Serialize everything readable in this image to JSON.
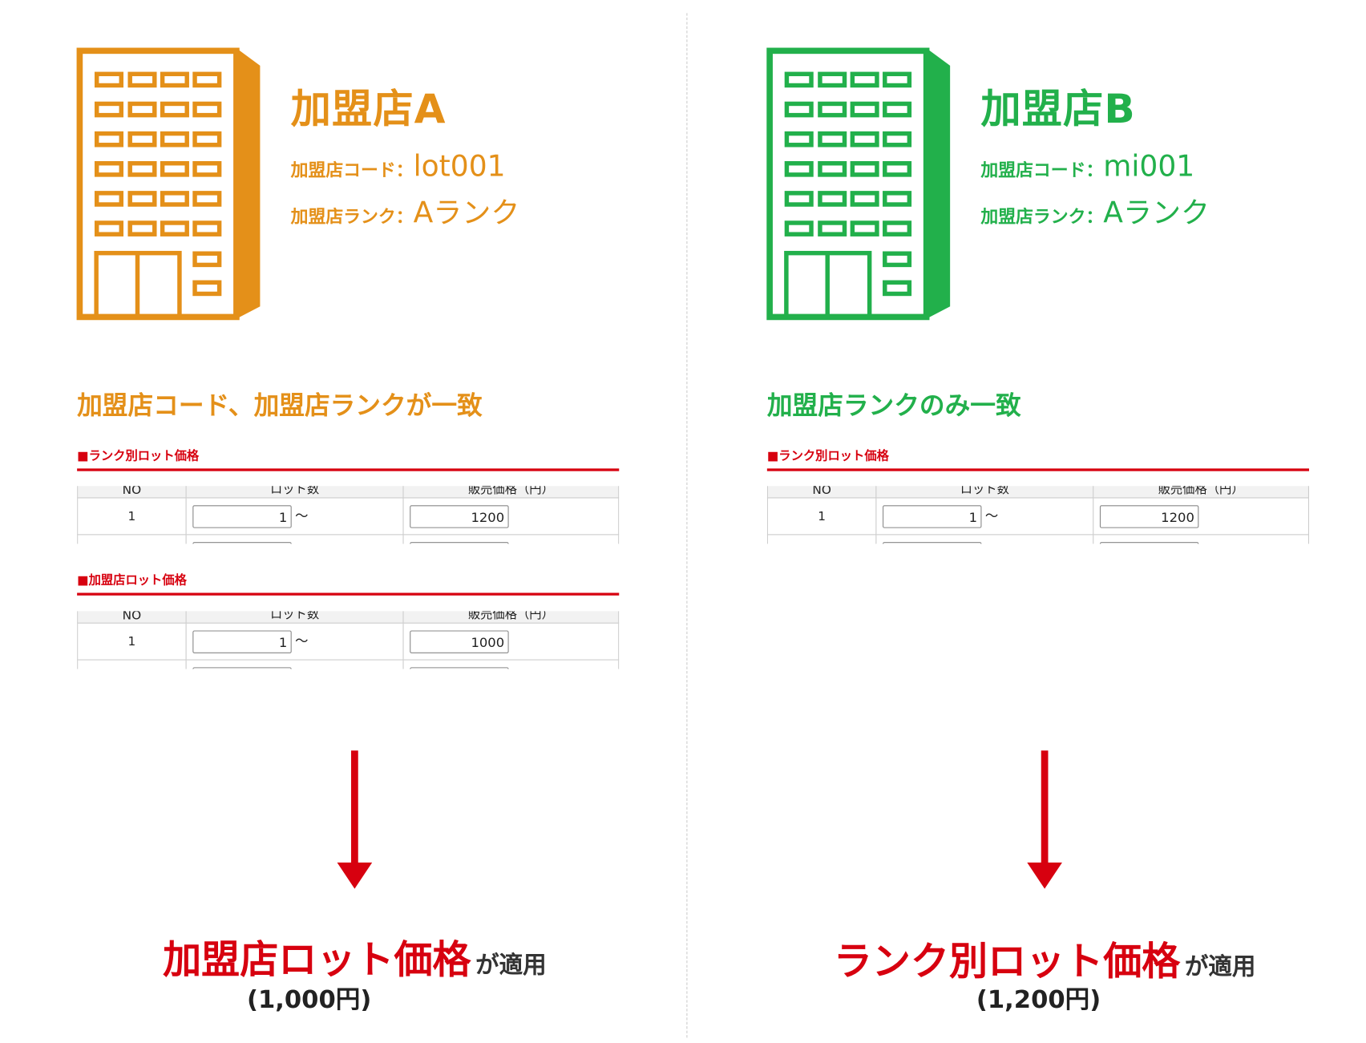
{
  "colors": {
    "store_a": "#E49019",
    "store_b": "#22B04B",
    "accent_red": "#D7000F"
  },
  "store_a": {
    "name": "加盟店A",
    "code_label": "加盟店コード：",
    "code": "lot001",
    "rank_label": "加盟店ランク：",
    "rank": "Aランク",
    "heading": "加盟店コード、加盟店ランクが一致",
    "sections": [
      {
        "label": "■ランク別ロット価格",
        "headers": [
          "NO",
          "ロット数",
          "販売価格（円）"
        ],
        "row": {
          "no": "1",
          "lot": "1",
          "tilde": "〜",
          "price": "1200"
        }
      },
      {
        "label": "■加盟店ロット価格",
        "headers": [
          "NO",
          "ロット数",
          "販売価格（円）"
        ],
        "row": {
          "no": "1",
          "lot": "1",
          "tilde": "〜",
          "price": "1000"
        }
      }
    ],
    "result_main": "加盟店ロット価格",
    "result_suffix": "が適用",
    "result_price": "(1,000円)"
  },
  "store_b": {
    "name": "加盟店B",
    "code_label": "加盟店コード：",
    "code": "mi001",
    "rank_label": "加盟店ランク：",
    "rank": "Aランク",
    "heading": "加盟店ランクのみ一致",
    "sections": [
      {
        "label": "■ランク別ロット価格",
        "headers": [
          "NO",
          "ロット数",
          "販売価格（円）"
        ],
        "row": {
          "no": "1",
          "lot": "1",
          "tilde": "〜",
          "price": "1200"
        }
      }
    ],
    "result_main": "ランク別ロット価格",
    "result_suffix": "が適用",
    "result_price": "(1,200円)"
  }
}
